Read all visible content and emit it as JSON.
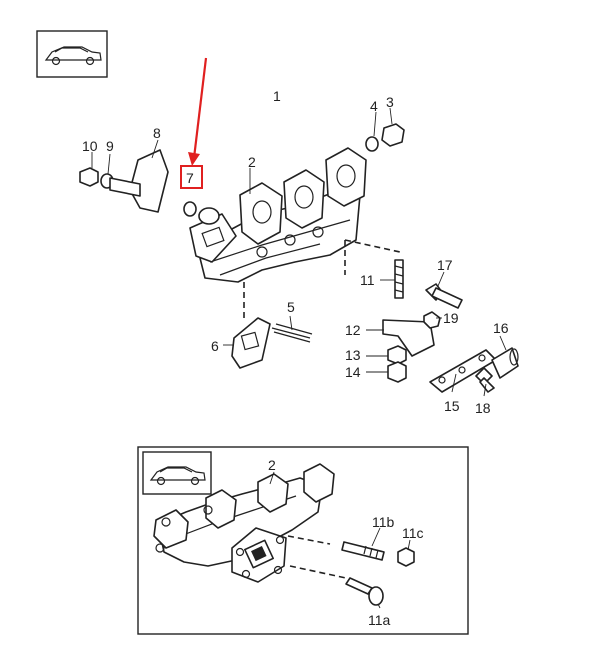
{
  "diagram": {
    "upper_callouts": {
      "c1": "1",
      "c2": "2",
      "c3": "3",
      "c4": "4",
      "c5": "5",
      "c6": "6",
      "c7": "7",
      "c8": "8",
      "c9": "9",
      "c10": "10",
      "c11": "11",
      "c12": "12",
      "c13": "13",
      "c14": "14",
      "c15": "15",
      "c16": "16",
      "c17": "17",
      "c18": "18",
      "c19": "19"
    },
    "inset_callouts": {
      "c2": "2",
      "c11a": "11a",
      "c11b": "11b",
      "c11c": "11c"
    },
    "highlight": {
      "label": "7",
      "color": "#e02020"
    },
    "icons": [
      "car-thumbnail-icon",
      "car-thumbnail-icon"
    ]
  }
}
